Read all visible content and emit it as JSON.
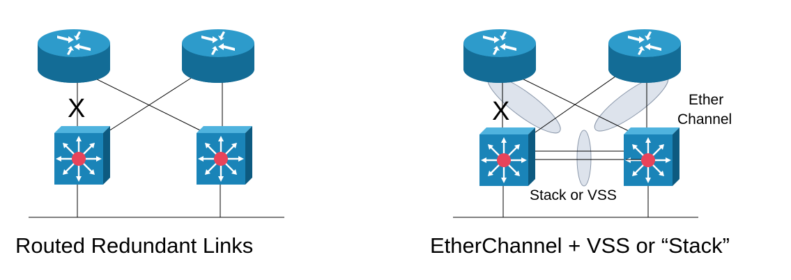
{
  "diagrams": [
    {
      "caption": "Routed Redundant Links",
      "blocked_mark": "X"
    },
    {
      "caption": "EtherChannel + VSS or “Stack”",
      "blocked_mark": "X",
      "etherchannel_label_line1": "Ether",
      "etherchannel_label_line2": "Channel",
      "stack_label": "Stack or VSS"
    }
  ],
  "colors": {
    "device_blue": "#1a84b8",
    "device_dark": "#0d5a80",
    "device_top": "#2e9ccc",
    "hub_red": "#e8435a",
    "ellipse_fill": "#dde3ec",
    "ellipse_stroke": "#8a97aa"
  }
}
